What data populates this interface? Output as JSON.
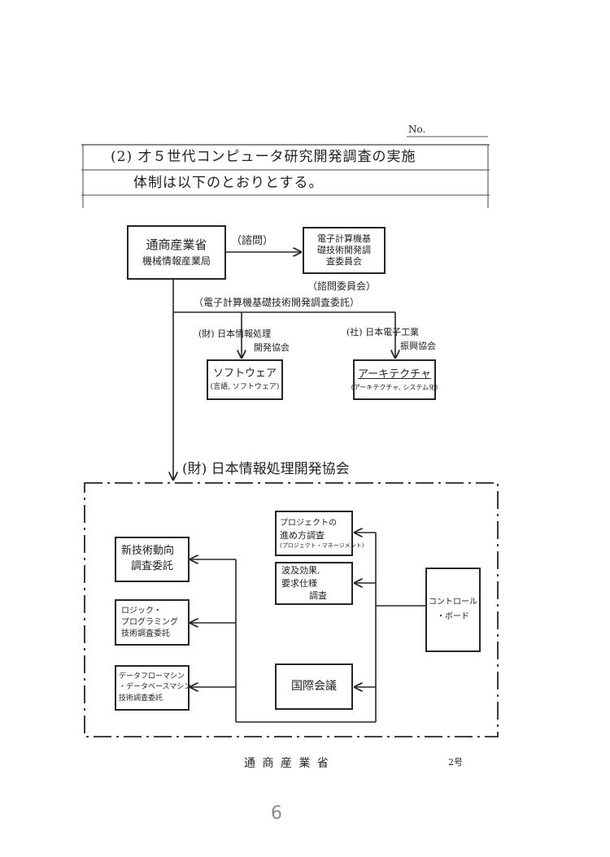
{
  "header": {
    "no_label": "No."
  },
  "heading": {
    "line1": "(2) 才５世代コンピュータ研究開発調査の実施",
    "line2": "体制は以下のとおりとする。"
  },
  "diagram": {
    "miti_box": {
      "line1": "通商産業省",
      "line2": "機械情報産業局"
    },
    "consult_label": "（諮問）",
    "council_box": {
      "line1": "電子計算機基",
      "line2": "礎技術開発調",
      "line3": "査委員会"
    },
    "council_caption": "（諮問委員会）",
    "commission_label": "（電子計算機基礎技術開発調査委託）",
    "left_org": {
      "line1": "(財) 日本情報処理",
      "line2": "開発協会"
    },
    "right_org": {
      "line1": "(社) 日本電子工業",
      "line2": "振興協会"
    },
    "software_box": {
      "line1": "ソフトウェア",
      "line2": "(言語, ソフトウェア)"
    },
    "architecture_box": {
      "line1": "アーキテクチャ",
      "line2": "(アーキテクチャ, システム化)"
    },
    "jipdec_title": "(財) 日本情報処理開発協会",
    "tech_trend_box": {
      "line1": "新技術動向",
      "line2": "調査委託"
    },
    "logic_box": {
      "line1": "ロジック・",
      "line2": "プログラミング",
      "line3": "技術調査委託"
    },
    "dataflow_box": {
      "line1": "データフローマシン",
      "line2": "・データベースマシン",
      "line3": "技術調査委託"
    },
    "project_box": {
      "line1": "プロジェクトの",
      "line2": "進め方調査",
      "line3": "(プロジェクト・マネージメント)"
    },
    "ripple_box": {
      "line1": "波及効果,",
      "line2": "要求仕様",
      "line3": "調査"
    },
    "intl_box": {
      "line1": "国際会議"
    },
    "control_box": {
      "line1": "コントロール",
      "line2": "・ボード"
    }
  },
  "footer": {
    "ministry": "通 商 産 業 省",
    "form_no": "2号"
  },
  "page_number": "6"
}
